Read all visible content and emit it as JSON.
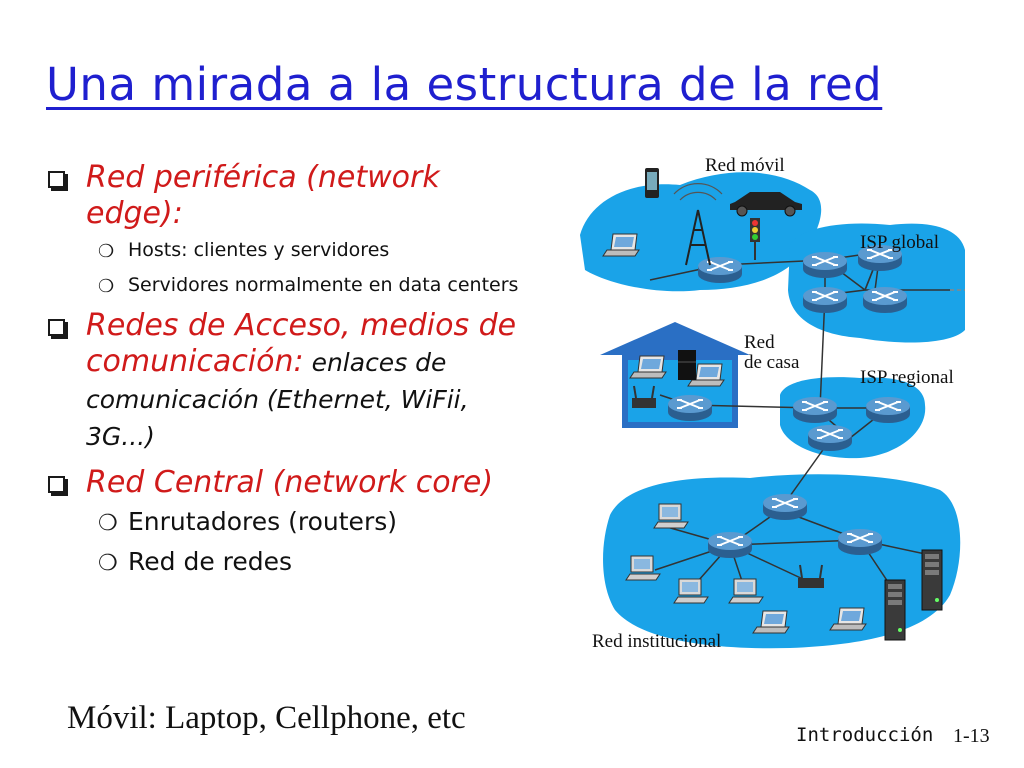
{
  "slide": {
    "title": "Una mirada a la estructura de la red",
    "bullets": [
      {
        "text": "Red periférica (network edge):",
        "detail": "",
        "subs": [
          "Hosts: clientes y servidores",
          "Servidores normalmente en data centers"
        ]
      },
      {
        "text": "Redes de Acceso, medios de comunicación:",
        "detail": " enlaces de comunicación (Ethernet, WiFii, 3G...)",
        "subs": []
      },
      {
        "text": "Red Central (network core)",
        "detail": "",
        "subs": [
          "Enrutadores (routers)",
          "Red de redes"
        ]
      }
    ],
    "footnote": "Móvil: Laptop, Cellphone, etc",
    "footer_section": "Introducción",
    "footer_page": "1-13"
  },
  "diagram": {
    "labels": {
      "mobile": "Red móvil",
      "global_isp": "ISP global",
      "home_line1": "Red",
      "home_line2": "de casa",
      "regional_isp": "ISP regional",
      "institutional": "Red institucional"
    },
    "colors": {
      "cloud": "#1aa3e8",
      "router": "#3f7fb9",
      "house": "#2a6fc4",
      "title": "#1f1fcf",
      "accent": "#d01a1a"
    }
  }
}
